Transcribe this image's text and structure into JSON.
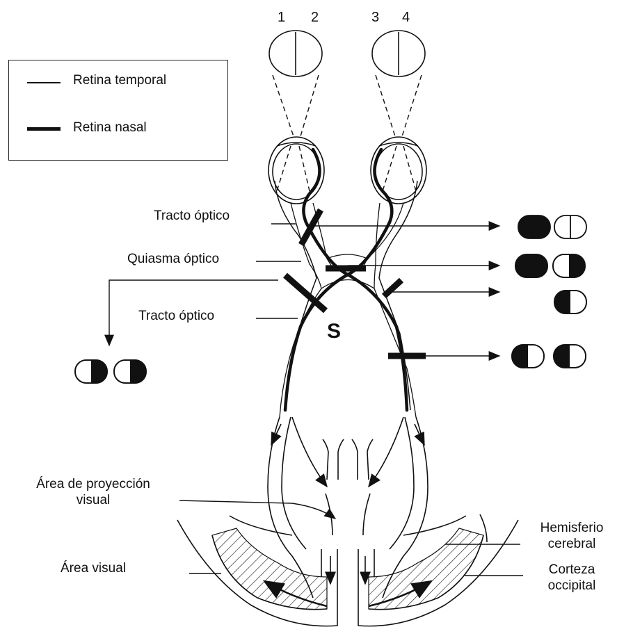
{
  "field_numbers": [
    "1",
    "2",
    "3",
    "4"
  ],
  "legend": {
    "temporal": "Retina temporal",
    "nasal": "Retina nasal"
  },
  "labels": {
    "tracto_optico_top": "Tracto  óptico",
    "quiasma": "Quiasma óptico",
    "tracto_optico_bottom": "Tracto óptico",
    "area_proyeccion_line1": "Área de proyección",
    "area_proyeccion_line2": "visual",
    "area_visual": "Área visual",
    "hemisferio_line1": "Hemisferio",
    "hemisferio_line2": "cerebral",
    "corteza_line1": "Corteza",
    "corteza_line2": "occipital",
    "lesion_marker": "S"
  }
}
